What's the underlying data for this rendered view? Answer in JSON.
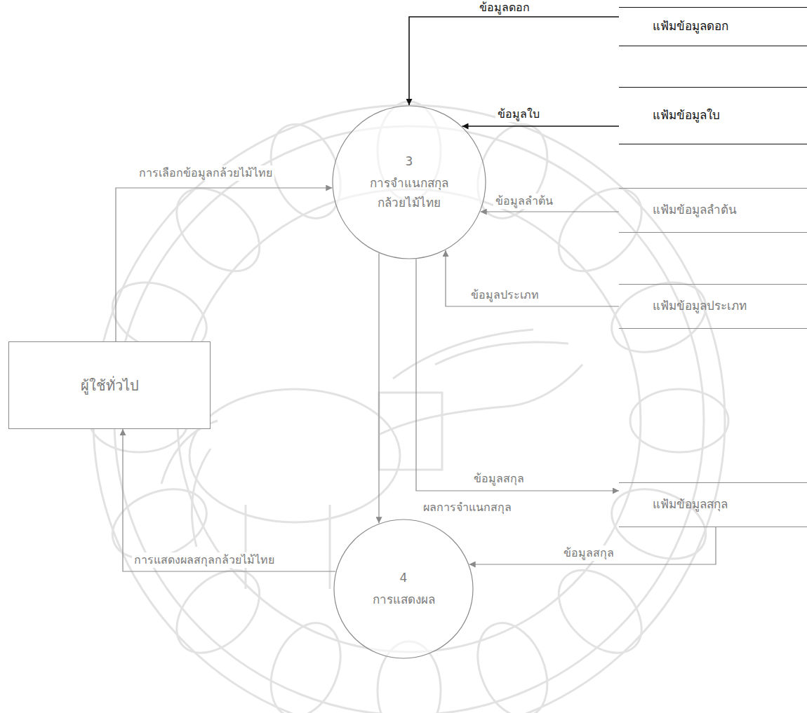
{
  "diagram": {
    "nodes": [
      {
        "text": [
          "แฟ้มข้อมูลดอก"
        ]
      },
      {
        "text": [
          "แฟ้มข้อมูลใบ"
        ]
      },
      {
        "text": [
          "3",
          "การจำแนกสกุล กล้วยไม้ไทย"
        ]
      },
      {
        "text": [
          "แฟ้มข้อมูลลำต้น"
        ]
      },
      {
        "text": [
          "แฟ้มข้อมูลประเภท"
        ]
      },
      {
        "text": [
          "ผู้ใช้ทั่วไป"
        ]
      },
      {
        "text": [
          "แฟ้มข้อมูลสกุล"
        ]
      },
      {
        "text": [
          "4",
          "การแสดงผล"
        ]
      }
    ],
    "edges": [
      {
        "from": 0,
        "to": 2,
        "label": "ข้อมูลดอก",
        "arrow": "to"
      },
      {
        "from": 1,
        "to": 2,
        "label": "ข้อมูลใบ",
        "arrow": "to"
      },
      {
        "from": 3,
        "to": 2,
        "label": "ข้อมูลลำต้น",
        "arrow": "to"
      },
      {
        "from": 4,
        "to": 2,
        "label": "ข้อมูลประเภท",
        "arrow": "to"
      },
      {
        "from": 5,
        "to": 2,
        "label": "การเลือกข้อมูลกล้วยไม้ไทย",
        "arrow": "to"
      },
      {
        "from": 2,
        "to": 6,
        "label": "ข้อมูลสกุล",
        "arrow": "to"
      },
      {
        "from": 2,
        "to": 7,
        "label": "ผลการจำแนกสกุล",
        "arrow": "to"
      },
      {
        "from": 6,
        "to": 7,
        "label": "ข้อมูลสกุล",
        "arrow": "to"
      },
      {
        "from": 7,
        "to": 5,
        "label": "การแสดงผลสกุลกล้วยไม้ไทย",
        "arrow": "to"
      }
    ]
  }
}
